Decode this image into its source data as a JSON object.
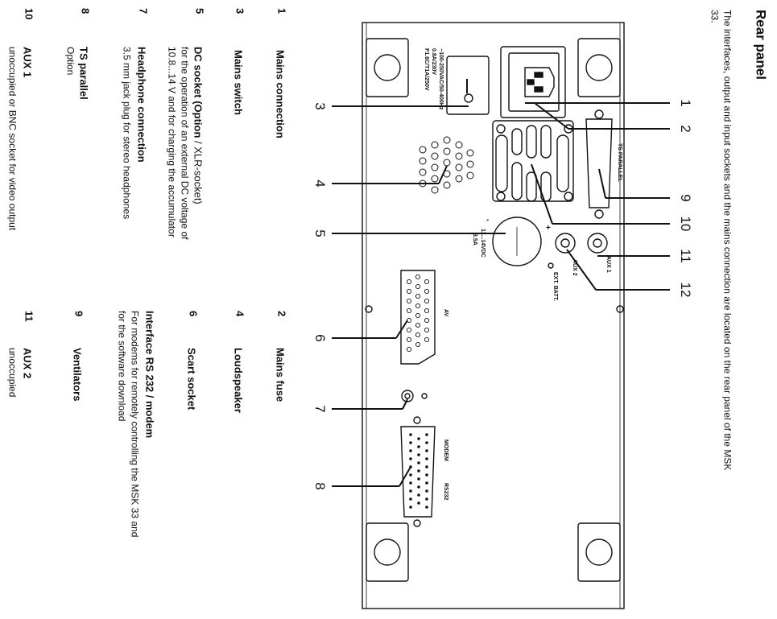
{
  "header": {
    "title": "Rear panel",
    "intro_line1": "The interfaces, output and input sockets and the mains connection are located on the rear panel of the MSK",
    "intro_line2": "33."
  },
  "panel_labels": {
    "mains_rating_1": "~100-250VAC/50-400Hz",
    "mains_rating_2": "0.8A/230V",
    "mains_rating_3": "F1.6C/T1A/250V",
    "ts_parallel": "TS PARALLEL",
    "dc_1": "11...14VDC",
    "dc_2": "3.5A",
    "aux1": "AUX 1",
    "aux2": "AUX 2",
    "ext_batt": "EXT. BATT.",
    "av": "AV",
    "modem": "MODEM",
    "rs232": "RS232",
    "plus": "+",
    "minus": "-"
  },
  "callouts": [
    "1",
    "2",
    "3",
    "4",
    "5",
    "6",
    "7",
    "8",
    "9",
    "10",
    "11",
    "12"
  ],
  "legend": {
    "item1": {
      "num": "1",
      "title": "Mains connection"
    },
    "item2": {
      "num": "2",
      "title": "Mains fuse"
    },
    "item3": {
      "num": "3",
      "title": "Mains switch"
    },
    "item4": {
      "num": "4",
      "title": "Loudspeaker"
    },
    "item5": {
      "num": "5",
      "title_bold": "DC socket (Option",
      "title_rest": " / XLR-socket)",
      "line1": "for the operation of an external DC voltage of",
      "line2": "10.8...14 V and for charging the accumulator"
    },
    "item6": {
      "num": "6",
      "title": "Scart socket",
      "sub_title": "Interface RS 232 / modem",
      "line1": "For modems for remotely controlling the MSK 33 and",
      "line2": "for the software download"
    },
    "item7": {
      "num": "7",
      "title": "Headphone connection",
      "line1": "3.5 mm jack plug for stereo headphones"
    },
    "item8": {
      "num": "8",
      "title": "TS parallel",
      "line1": "Option"
    },
    "item9": {
      "num": "9",
      "title": "Ventilators"
    },
    "item10": {
      "num": "10",
      "title": "AUX 1",
      "line1": "unoccupied or BNC socket for video output"
    },
    "item11": {
      "num": "11",
      "title": "AUX 2",
      "line1": "unoccupied"
    }
  }
}
